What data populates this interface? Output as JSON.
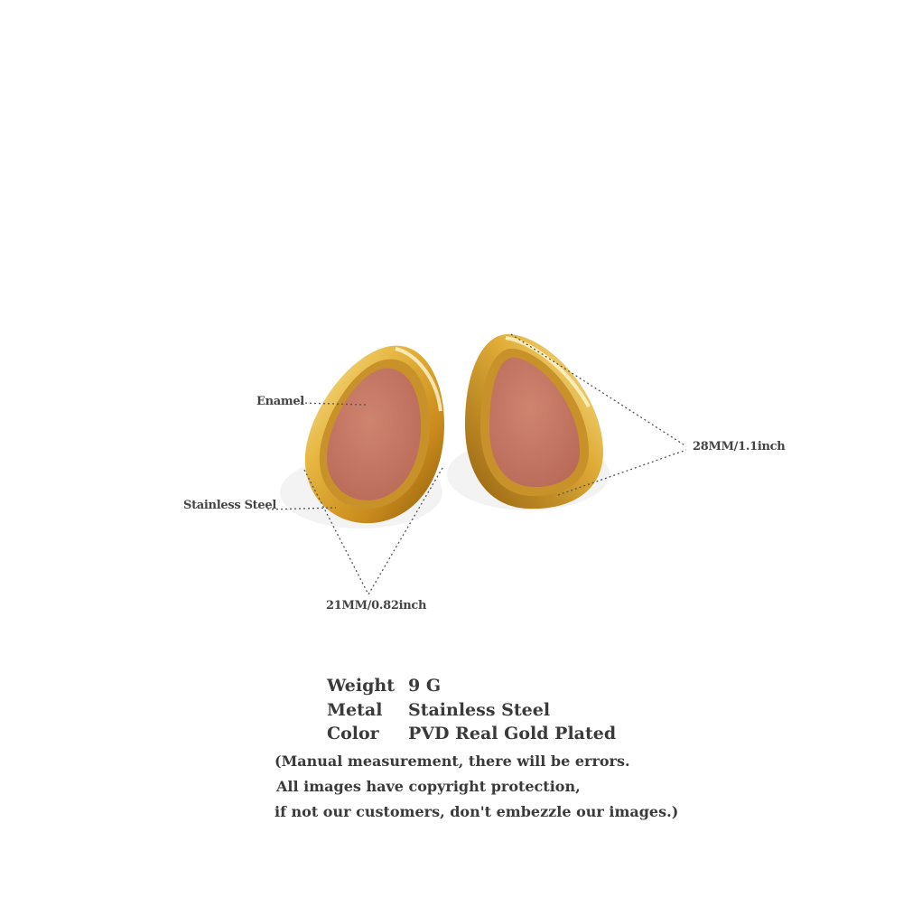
{
  "annotations": {
    "enamel": "Enamel",
    "stainless_steel": "Stainless Steel",
    "width": "21MM/0.82inch",
    "height": "28MM/1.1inch"
  },
  "specs": {
    "weight_label": "Weight",
    "weight_value": "9 G",
    "metal_label": "Metal",
    "metal_value": "Stainless Steel",
    "color_label": "Color",
    "color_value": "PVD Real Gold Plated"
  },
  "notes": {
    "line1": "(Manual measurement, there will be errors.",
    "line2": "All images have copyright protection,",
    "line3": "if not our customers, don't embezzle our images.)"
  },
  "colors": {
    "gold_light": "#f6d877",
    "gold_mid": "#d9a22c",
    "gold_dark": "#9c6a12",
    "enamel": "#c57763"
  }
}
